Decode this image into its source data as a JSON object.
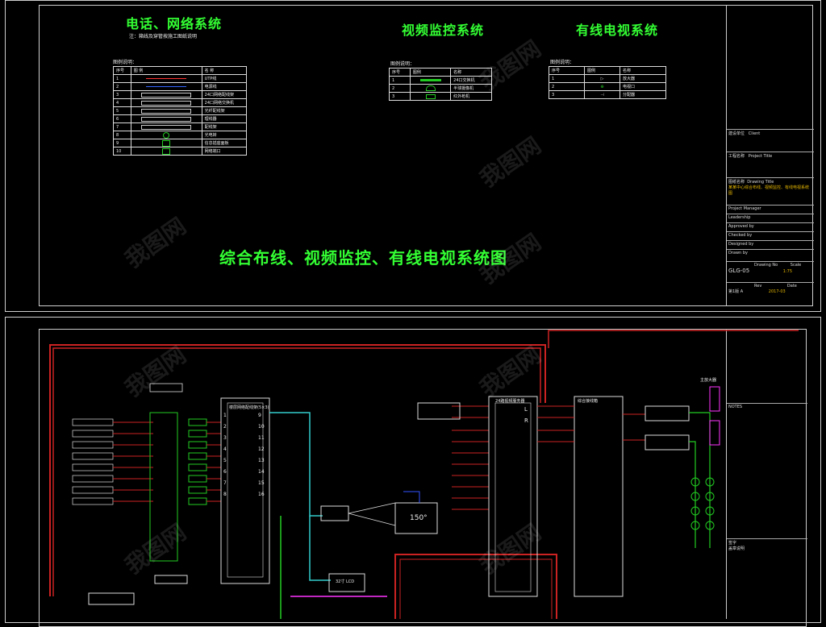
{
  "top_titles": {
    "telecom": "电话、网络系统",
    "telecom_note": "注：箱线及穿管按施工图纸说明",
    "cctv": "视频监控系统",
    "catv": "有线电视系统",
    "main": "综合布线、视频监控、有线电视系统图"
  },
  "legend_telecom": {
    "caption": "图例说明：",
    "headers": [
      "序号",
      "图 例",
      "名 称"
    ],
    "rows": [
      {
        "no": "1",
        "name": "UTP线"
      },
      {
        "no": "2",
        "name": "电源线"
      },
      {
        "no": "3",
        "name": "24口网络配线架"
      },
      {
        "no": "4",
        "name": "24口网络交换机"
      },
      {
        "no": "5",
        "name": "光纤配线架"
      },
      {
        "no": "6",
        "name": "理线器"
      },
      {
        "no": "7",
        "name": "配线架"
      },
      {
        "no": "8",
        "name": "光电转"
      },
      {
        "no": "9",
        "name": "信息插座面板"
      },
      {
        "no": "10",
        "name": "网络端口"
      }
    ]
  },
  "legend_cctv": {
    "caption": "图例说明：",
    "headers": [
      "序号",
      "图例",
      "名称"
    ],
    "rows": [
      {
        "no": "1",
        "name": "24口交换机"
      },
      {
        "no": "2",
        "name": "半球摄像机"
      },
      {
        "no": "3",
        "name": "红外枪机"
      }
    ]
  },
  "legend_catv": {
    "caption": "图例说明：",
    "headers": [
      "序号",
      "图例",
      "名称"
    ],
    "rows": [
      {
        "no": "1",
        "name": "放大器"
      },
      {
        "no": "2",
        "name": "电视口"
      },
      {
        "no": "3",
        "name": "分配器"
      }
    ]
  },
  "title_block": {
    "client_label": "建设单位",
    "client_value": "Client",
    "project_label": "工程名称",
    "project_value": "Project Title",
    "drawing_label": "图纸名称",
    "drawing_value": "Drawing Title",
    "drawing_desc": "某某中心综合布线、视频监控、有线电视系统图",
    "rows": [
      "Project Manager",
      "Leadership",
      "Approved by",
      "Checked by",
      "Designed by",
      "Drawn by"
    ],
    "drawing_no_label": "Drawing No",
    "drawing_no": "GLG-05",
    "scale_label": "Scale",
    "scale": "1:75",
    "rev_label": "Rev",
    "date_label": "Date",
    "date": "2017-03",
    "version": "第1版 A"
  },
  "bottom": {
    "notes": "NOTES",
    "stamp": "签字",
    "seal": "盖章说明",
    "angle": "150°",
    "monitor": "32寸 LCD",
    "rack_left": "楼层网络配线架(5×3)",
    "rack_mid": "24路视频服务器",
    "rack_right": "综合接线箱",
    "amp_label": "主放大器",
    "ports_lr": [
      "L",
      "R"
    ],
    "numbers": [
      "1",
      "2",
      "3",
      "4",
      "5",
      "6",
      "7",
      "8",
      "9",
      "10",
      "11",
      "12",
      "13",
      "14",
      "15",
      "16"
    ]
  },
  "watermark": "我图网",
  "colors": {
    "accent": "#33ff33",
    "wire_red": "#cc2222",
    "wire_cyan": "#33cccc",
    "magenta": "#ff33ff",
    "green": "#22cc22"
  }
}
